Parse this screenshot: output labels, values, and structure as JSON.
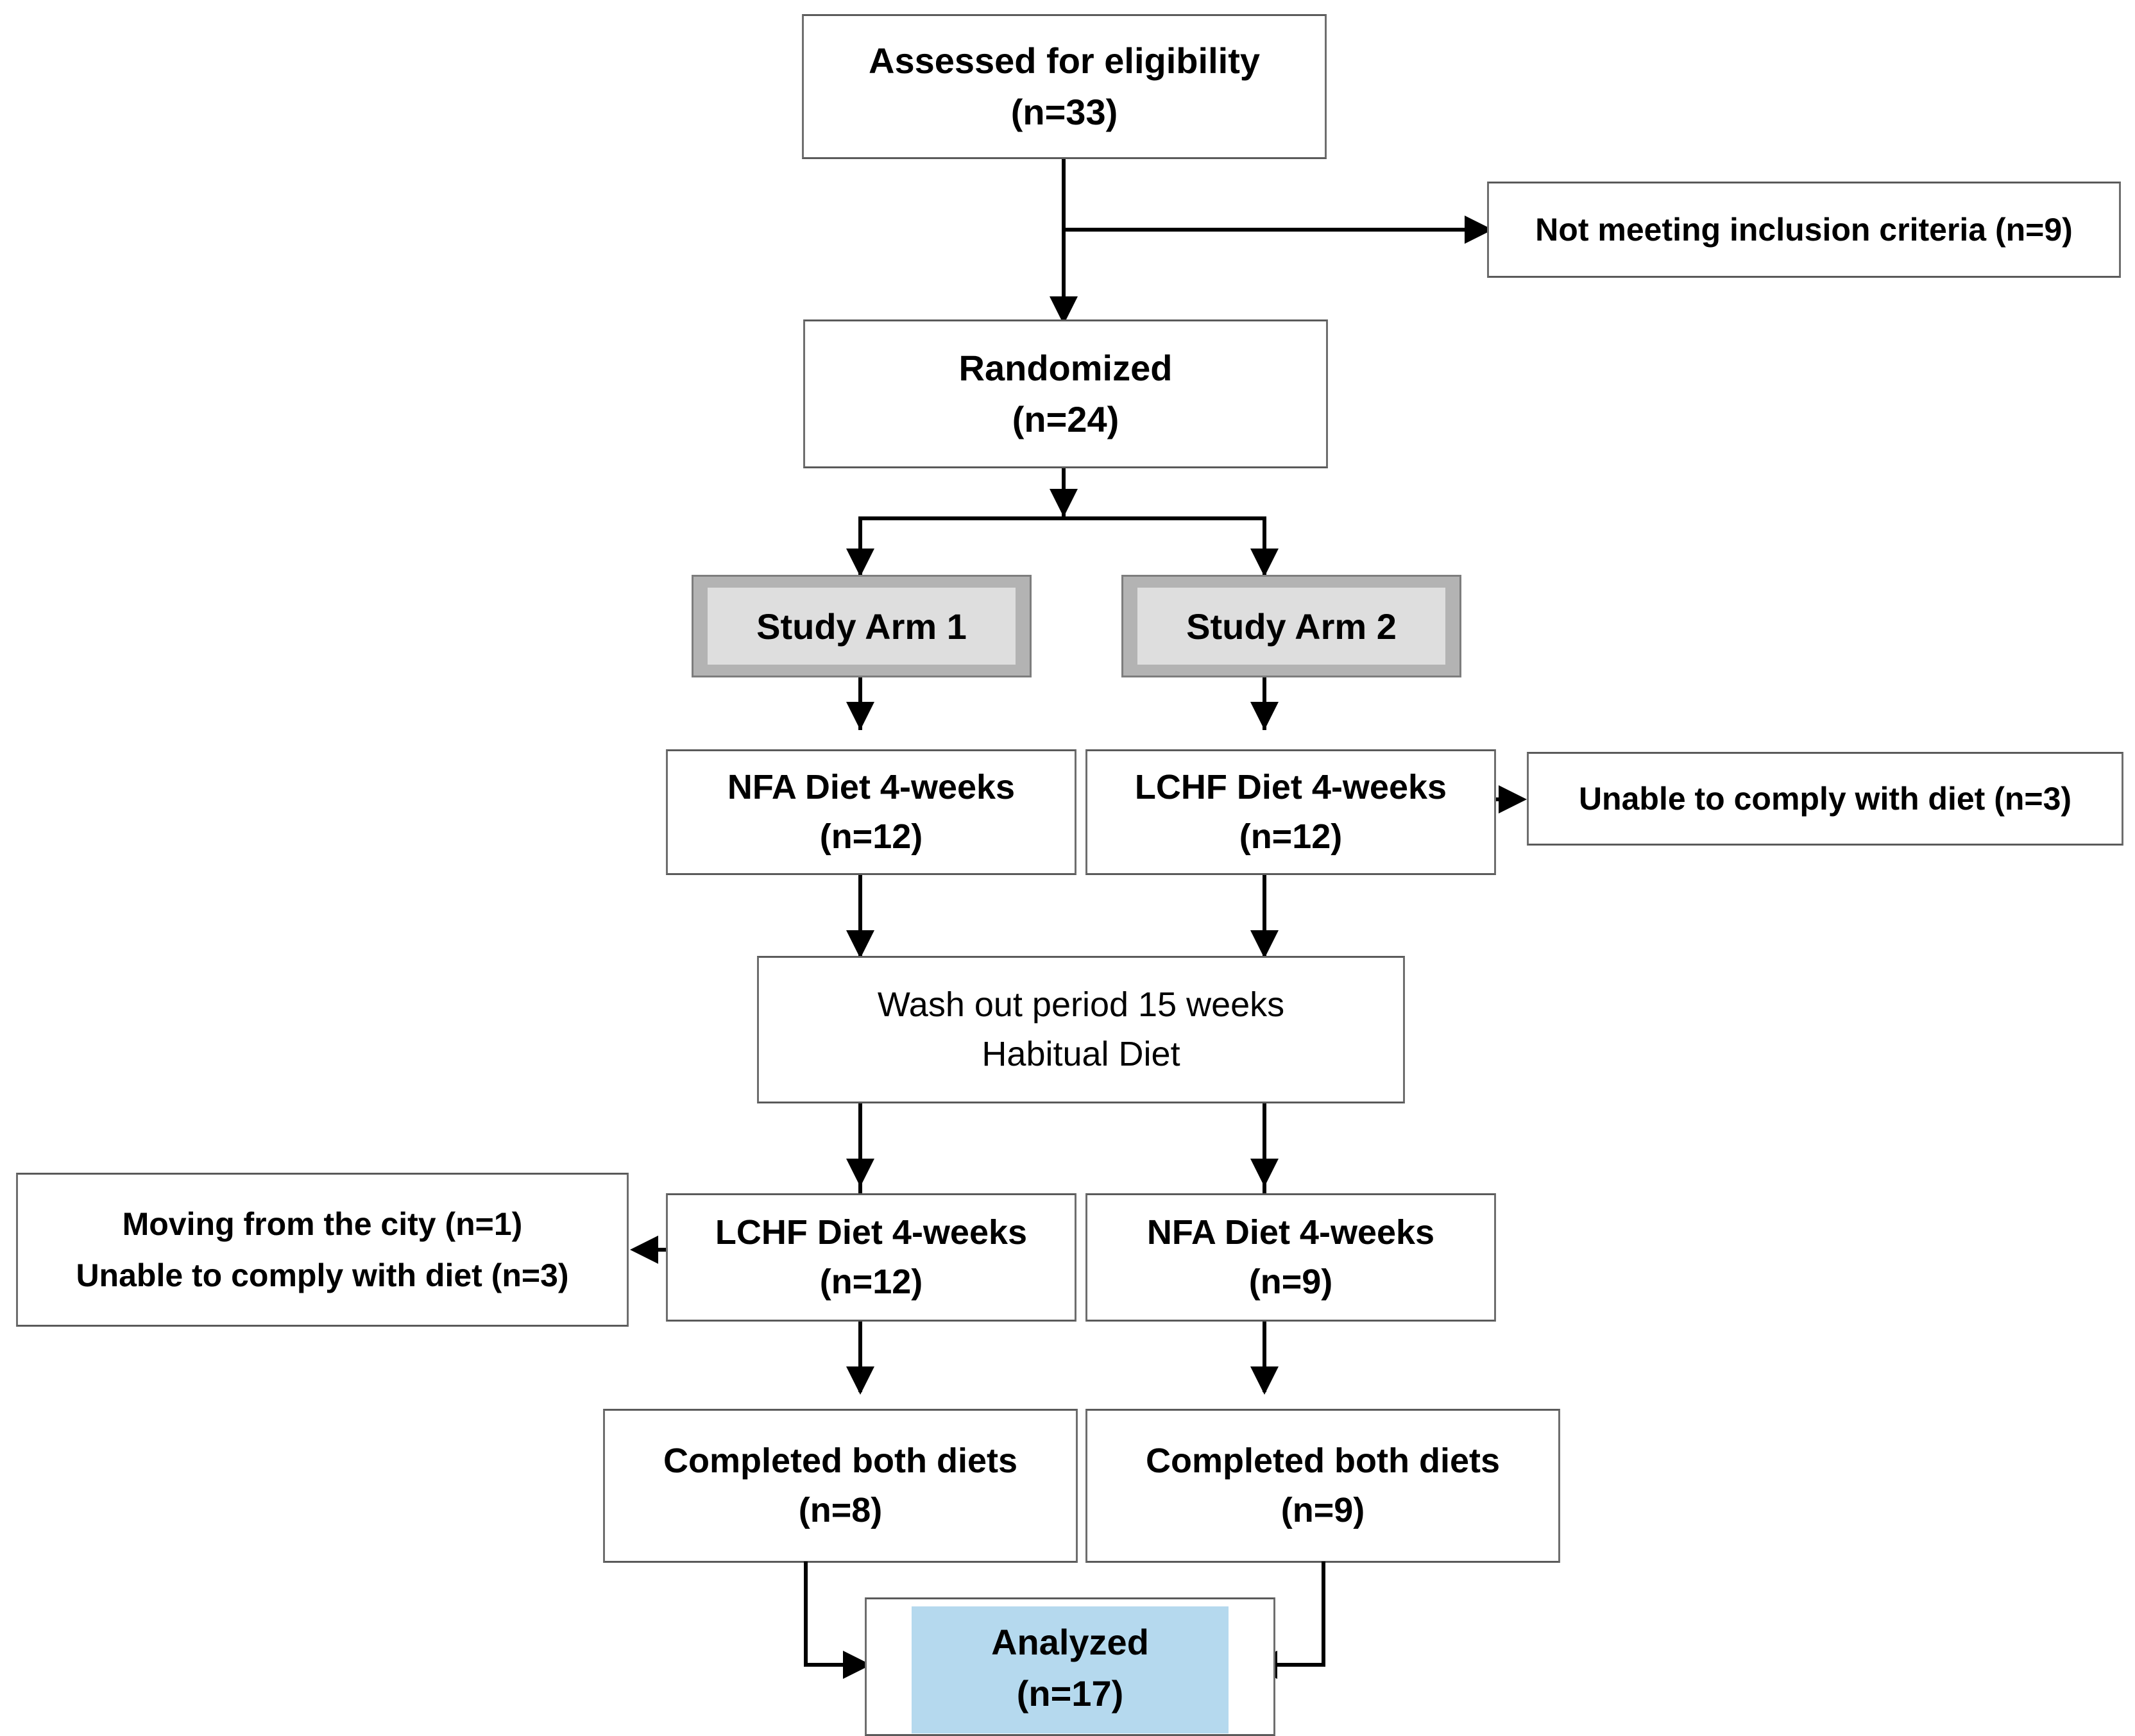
{
  "diagram": {
    "type": "consort-flow-diagram",
    "title": "Study participant flow",
    "colors": {
      "box_border": "#6e6e6e",
      "arm_outer_fill": "#b3b3b3",
      "arm_inner_fill": "#dedede",
      "analyzed_fill": "#b5d9ee",
      "connector": "#000000",
      "text": "#000000",
      "background": "#ffffff"
    }
  },
  "nodes": {
    "assessed": {
      "line1": "Assessed for eligibility",
      "line2": "(n=33)"
    },
    "not_meeting": {
      "line1": "Not meeting inclusion criteria (n=9)"
    },
    "randomized": {
      "line1": "Randomized",
      "line2": "(n=24)"
    },
    "arm1": {
      "label": "Study Arm 1"
    },
    "arm2": {
      "label": "Study Arm 2"
    },
    "nfa_period1": {
      "line1": "NFA Diet 4-weeks",
      "line2": "(n=12)"
    },
    "lchf_period1": {
      "line1": "LCHF Diet 4-weeks",
      "line2": "(n=12)"
    },
    "unable_comply_right": {
      "line1": "Unable to comply with diet (n=3)"
    },
    "washout": {
      "line1": "Wash out period 15 weeks",
      "line2": "Habitual Diet"
    },
    "dropout_left": {
      "line1": "Moving from the city (n=1)",
      "line2": "Unable to comply with diet (n=3)"
    },
    "lchf_period2": {
      "line1": "LCHF Diet 4-weeks",
      "line2": "(n=12)"
    },
    "nfa_period2": {
      "line1": "NFA Diet 4-weeks",
      "line2": "(n=9)"
    },
    "completed_left": {
      "line1": "Completed both diets",
      "line2": "(n=8)"
    },
    "completed_right": {
      "line1": "Completed both diets",
      "line2": "(n=9)"
    },
    "analyzed": {
      "line1": "Analyzed",
      "line2": "(n=17)"
    }
  },
  "chart_data": {
    "type": "diagram",
    "title": "CONSORT participant flow",
    "stages": [
      {
        "label": "Assessed for eligibility",
        "n": 33
      },
      {
        "label": "Not meeting inclusion criteria",
        "n": 9
      },
      {
        "label": "Randomized",
        "n": 24
      },
      {
        "label": "Study Arm 1 - NFA Diet 4-weeks",
        "n": 12
      },
      {
        "label": "Study Arm 2 - LCHF Diet 4-weeks",
        "n": 12
      },
      {
        "label": "Unable to comply with diet",
        "n": 3
      },
      {
        "label": "Wash out period 15 weeks Habitual Diet",
        "n": null
      },
      {
        "label": "LCHF Diet 4-weeks",
        "n": 12
      },
      {
        "label": "NFA Diet 4-weeks",
        "n": 9
      },
      {
        "label": "Moving from the city",
        "n": 1
      },
      {
        "label": "Unable to comply with diet",
        "n": 3
      },
      {
        "label": "Completed both diets (arm 1)",
        "n": 8
      },
      {
        "label": "Completed both diets (arm 2)",
        "n": 9
      },
      {
        "label": "Analyzed",
        "n": 17
      }
    ]
  }
}
